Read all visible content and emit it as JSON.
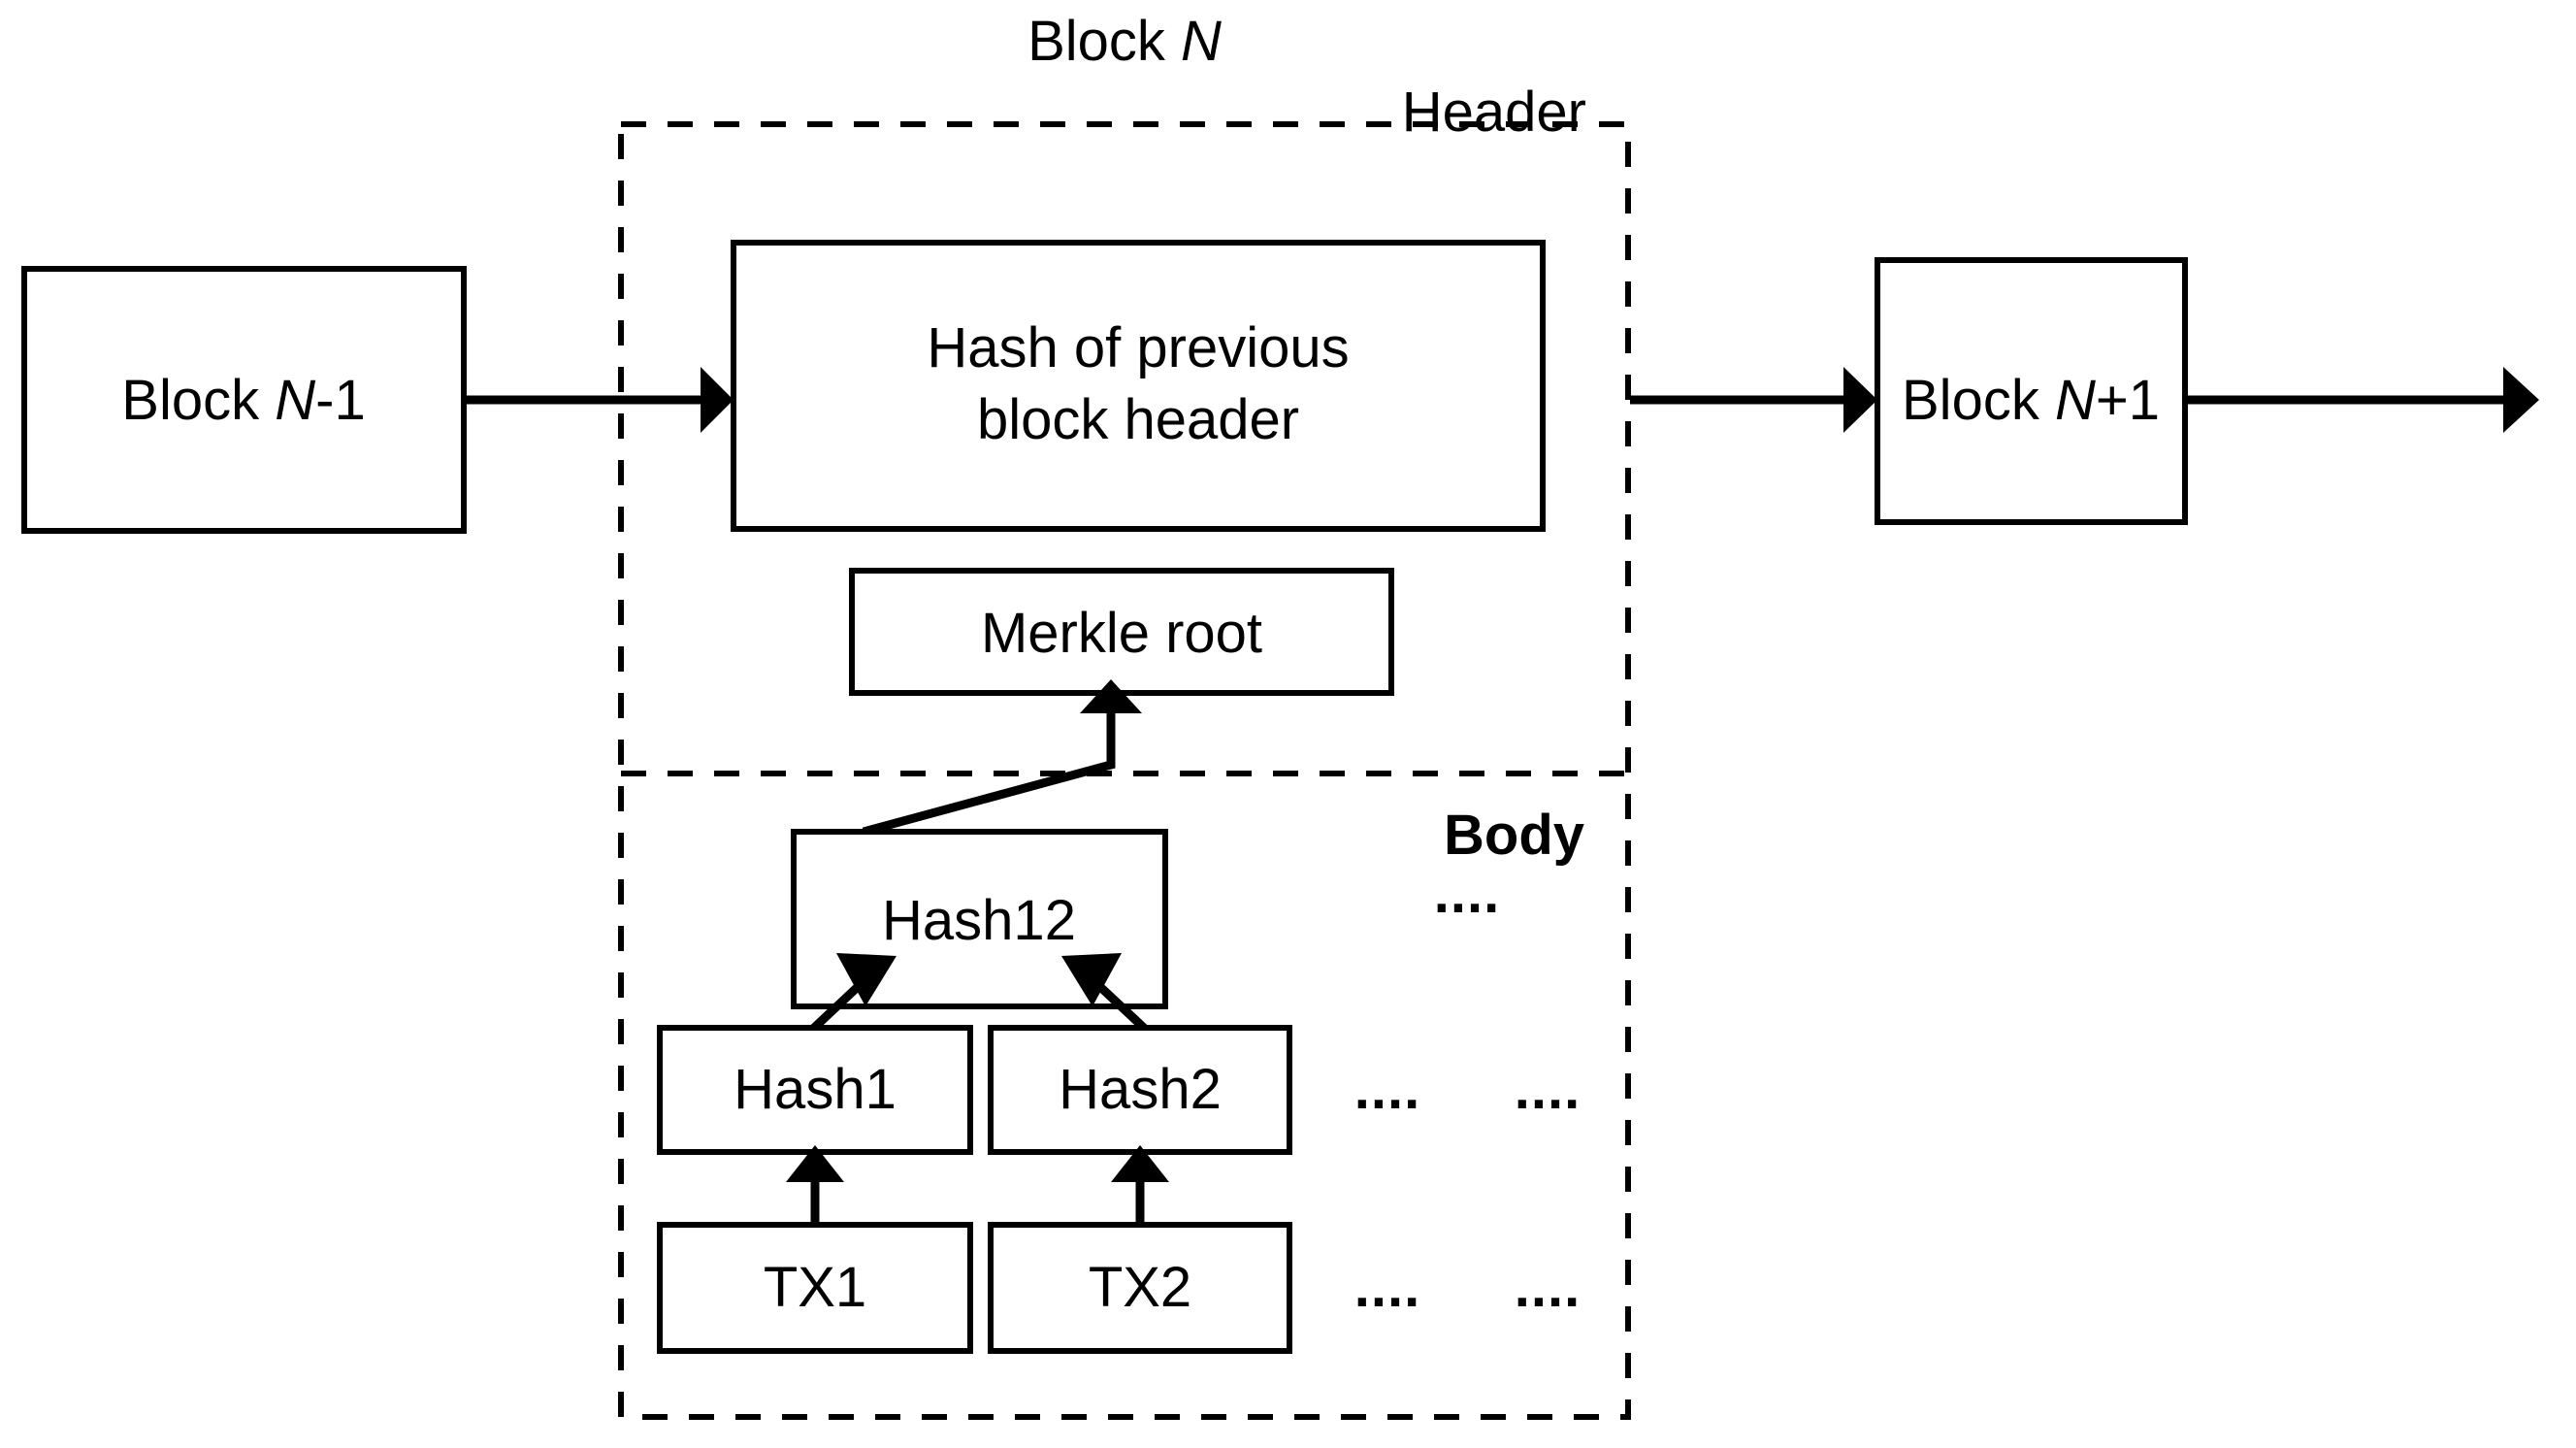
{
  "diagram": {
    "title": "Blockchain block structure",
    "colors": {
      "stroke": "#000000",
      "fill": "#ffffff",
      "background": "#ffffff"
    },
    "block_n_title": {
      "prefix": "Block ",
      "index": "N"
    },
    "sections": {
      "header_label": "Header",
      "body_label": "Body"
    },
    "blocks": {
      "previous": {
        "prefix": "Block ",
        "index": "N",
        "suffix": "-1"
      },
      "next": {
        "prefix": "Block ",
        "index": "N",
        "suffix": "+1"
      }
    },
    "header_box": {
      "line1": "Hash of previous",
      "line2": "block header"
    },
    "merkle_root": "Merkle root",
    "hash_nodes": [
      {
        "label": "Hash12"
      },
      {
        "label": "Hash1"
      },
      {
        "label": "Hash2"
      }
    ],
    "transactions": [
      {
        "label": "TX1"
      },
      {
        "label": "TX2"
      }
    ],
    "ellipses": [
      {
        "label": "....",
        "region": "body-top"
      },
      {
        "label": "....",
        "region": "hash-row-1"
      },
      {
        "label": "....",
        "region": "hash-row-2"
      },
      {
        "label": "....",
        "region": "tx-row-1"
      },
      {
        "label": "....",
        "region": "tx-row-2"
      }
    ],
    "arrows": [
      {
        "name": "prev-block-to-header",
        "from": "Block N-1",
        "to": "Hash of previous block header"
      },
      {
        "name": "block-n-to-next-block",
        "from": "Block N",
        "to": "Block N+1"
      },
      {
        "name": "next-block-to-chain",
        "from": "Block N+1",
        "to": "continues"
      },
      {
        "name": "hash12-to-merkle-root",
        "from": "Hash12",
        "to": "Merkle root"
      },
      {
        "name": "hash1-to-hash12",
        "from": "Hash1",
        "to": "Hash12"
      },
      {
        "name": "hash2-to-hash12",
        "from": "Hash2",
        "to": "Hash12"
      },
      {
        "name": "tx1-to-hash1",
        "from": "TX1",
        "to": "Hash1"
      },
      {
        "name": "tx2-to-hash2",
        "from": "TX2",
        "to": "Hash2"
      }
    ]
  }
}
